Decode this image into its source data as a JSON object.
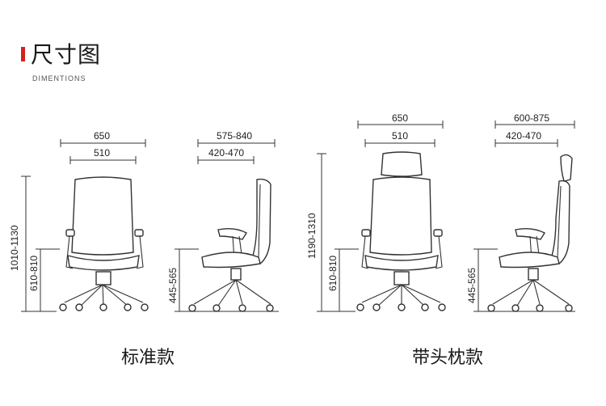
{
  "header": {
    "title": "尺寸图",
    "subtitle": "DIMENTIONS",
    "accent_color": "#d6201f"
  },
  "standard": {
    "caption": "标准款",
    "front_width_outer": "650",
    "front_width_inner": "510",
    "side_width_outer": "575-840",
    "side_width_inner": "420-470",
    "total_height": "1010-1130",
    "armrest_height": "610-810",
    "seat_height": "445-565"
  },
  "headrest": {
    "caption": "带头枕款",
    "front_width_outer": "650",
    "front_width_inner": "510",
    "side_width_outer": "600-875",
    "side_width_inner": "420-470",
    "total_height": "1190-1310",
    "armrest_height": "610-810",
    "seat_height": "445-565"
  }
}
